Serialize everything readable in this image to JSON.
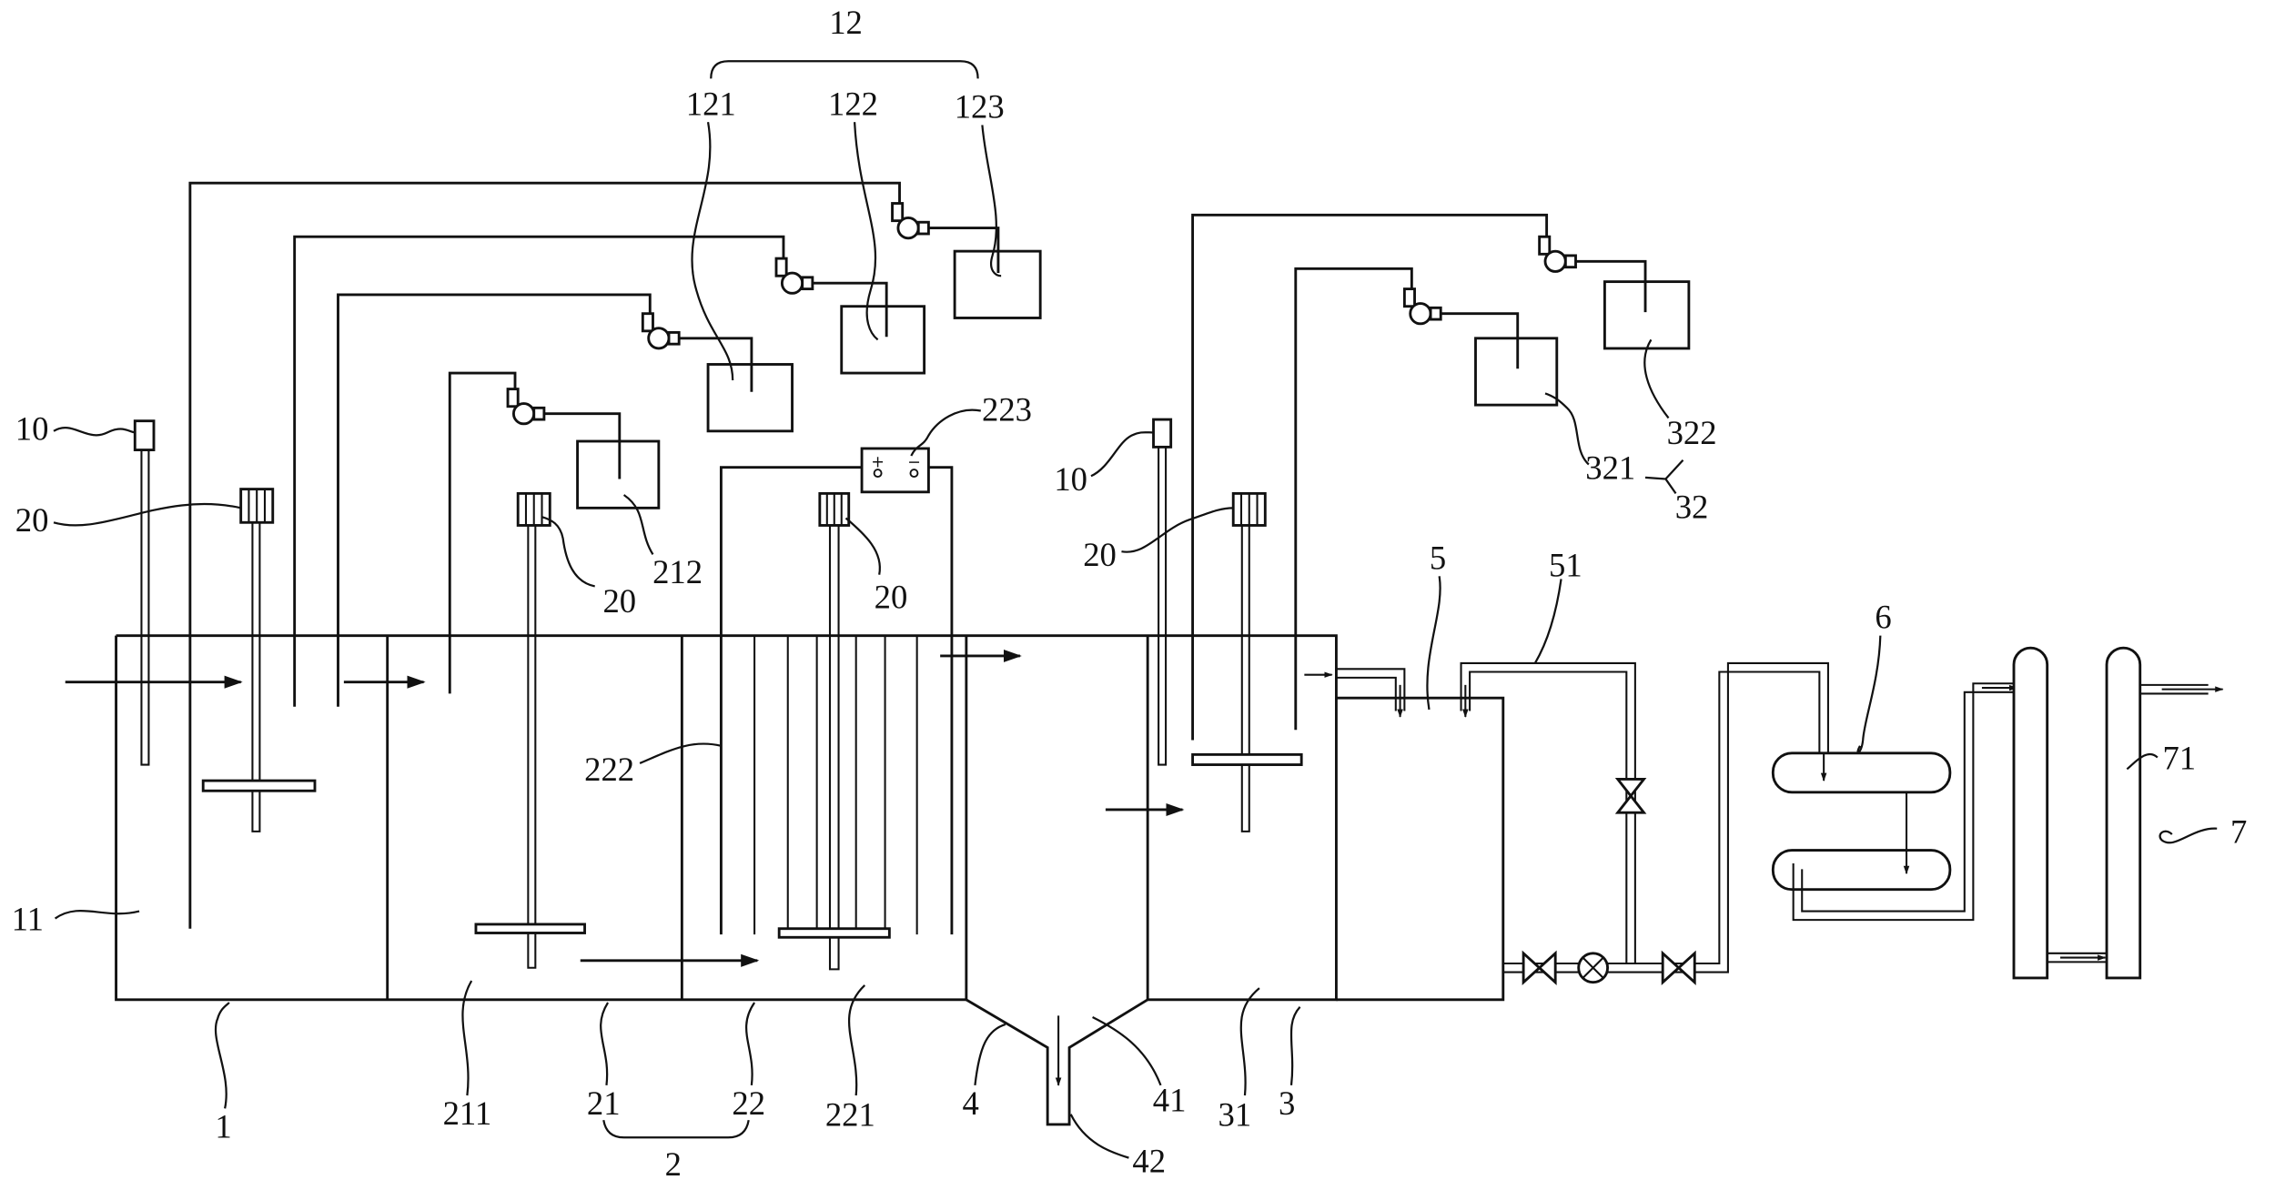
{
  "colors": {
    "line": "#111111",
    "background": "#ffffff"
  },
  "labels": {
    "ref_12": "12",
    "ref_121": "121",
    "ref_122": "122",
    "ref_123": "123",
    "ref_10_a": "10",
    "ref_20_a": "20",
    "ref_11": "11",
    "ref_1": "1",
    "ref_212": "212",
    "ref_20_b": "20",
    "ref_211": "211",
    "ref_21": "21",
    "ref_22": "22",
    "ref_2": "2",
    "ref_223": "223",
    "ref_222": "222",
    "ref_20_c": "20",
    "ref_221": "221",
    "ref_4": "4",
    "ref_41": "41",
    "ref_42": "42",
    "ref_10_b": "10",
    "ref_20_d": "20",
    "ref_31": "31",
    "ref_3": "3",
    "ref_321": "321",
    "ref_322": "322",
    "ref_32": "32",
    "ref_5": "5",
    "ref_51": "51",
    "ref_6": "6",
    "ref_7": "7",
    "ref_71": "71"
  },
  "electrode_box": {
    "positive_sign": "+",
    "negative_sign": "−"
  }
}
